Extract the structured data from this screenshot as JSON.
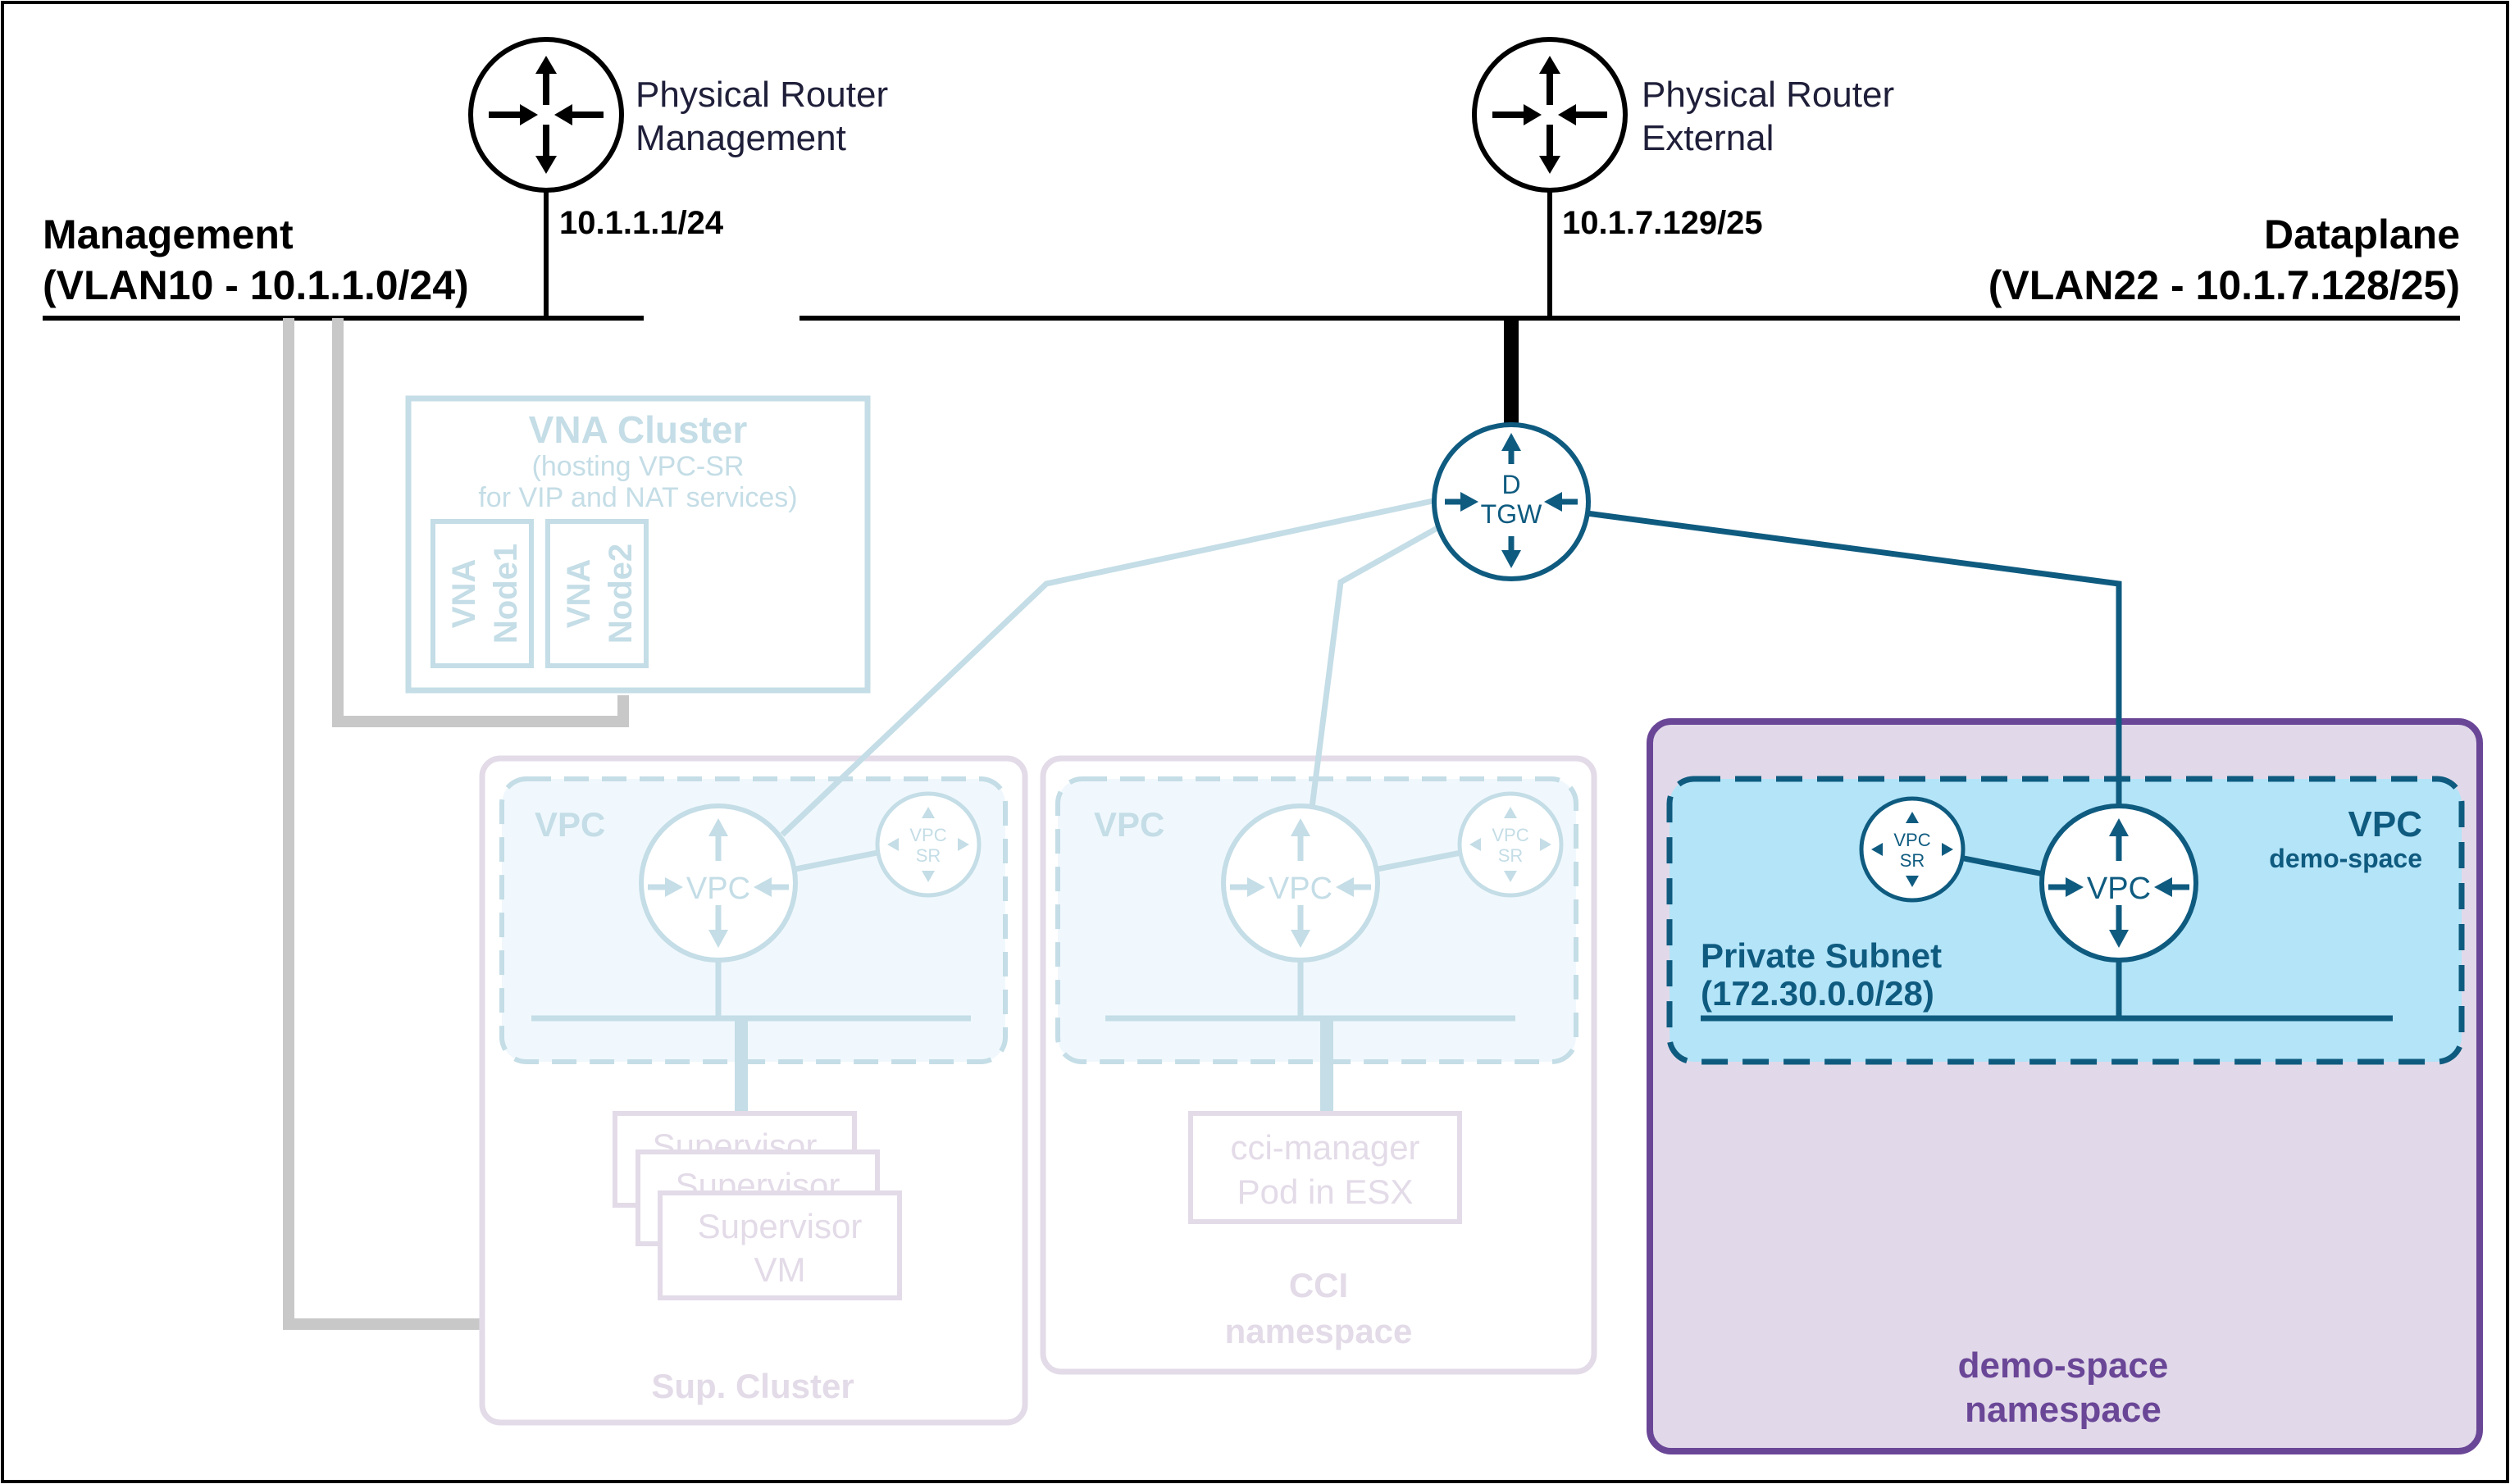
{
  "routers": {
    "management": {
      "line1": "Physical Router",
      "line2": "Management",
      "ip": "10.1.1.1/24"
    },
    "external": {
      "line1": "Physical Router",
      "line2": "External",
      "ip": "10.1.7.129/25"
    }
  },
  "networks": {
    "management": {
      "title": "Management",
      "subtitle": "(VLAN10 - 10.1.1.0/24)"
    },
    "dataplane": {
      "title": "Dataplane",
      "subtitle": "(VLAN22 - 10.1.7.128/25)"
    }
  },
  "tgw": {
    "line1": "D",
    "line2": "TGW"
  },
  "vna_cluster": {
    "title": "VNA Cluster",
    "line1": "(hosting VPC-SR",
    "line2": "for VIP and NAT services)",
    "node1": {
      "a": "VNA",
      "b": "Node1"
    },
    "node2": {
      "a": "VNA",
      "b": "Node2"
    }
  },
  "sup_cluster": {
    "vpc_label": "VPC",
    "vpc_router": "VPC",
    "sr_a": "VPC",
    "sr_b": "SR",
    "vm_back1": "Supervisor",
    "vm_back2": "Supervisor",
    "vm_line1": "Supervisor",
    "vm_line2": "VM",
    "name": "Sup. Cluster"
  },
  "cci": {
    "vpc_label": "VPC",
    "vpc_router": "VPC",
    "sr_a": "VPC",
    "sr_b": "SR",
    "pod_line1": "cci-manager",
    "pod_line2": "Pod in ESX",
    "name1": "CCI",
    "name2": "namespace"
  },
  "demo": {
    "vpc_label": "VPC",
    "vpc_sub": "demo-space",
    "vpc_router": "VPC",
    "sr_a": "VPC",
    "sr_b": "SR",
    "subnet1": "Private Subnet",
    "subnet2": "(172.30.0.0/28)",
    "name1": "demo-space",
    "name2": "namespace"
  },
  "colors": {
    "teal": "#0f5b80",
    "faded_blue": "#c4dde6",
    "faded_purple": "#e3dbe8",
    "gray_line": "#c8c8c8",
    "demo_fill": "#e1d9e9",
    "demo_border": "#6a4697",
    "vpc_fill": "#b4e4f8"
  }
}
